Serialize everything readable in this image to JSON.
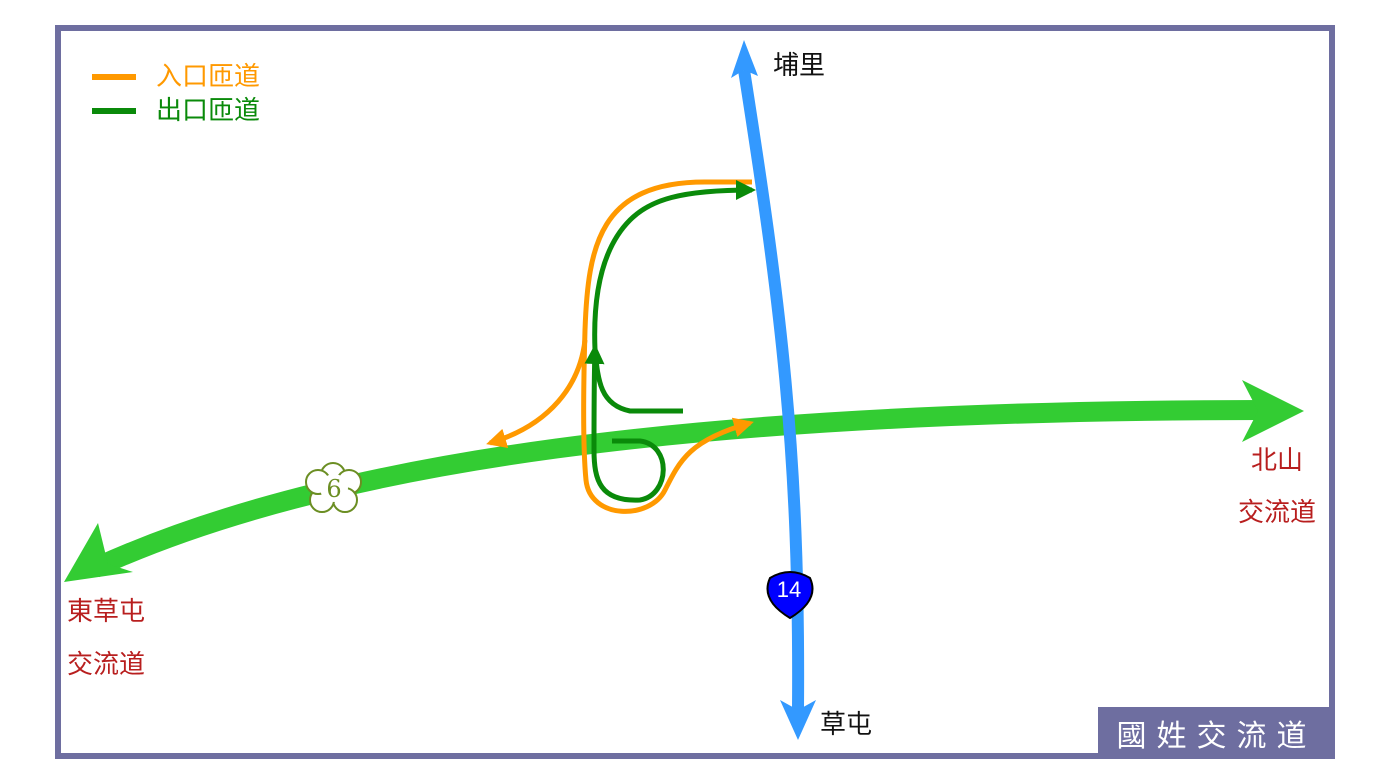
{
  "title": "國姓交流道",
  "legend": {
    "entrance": {
      "label": "入口匝道",
      "color": "#ff9900"
    },
    "exit": {
      "label": "出口匝道",
      "color": "#0a8a0a"
    }
  },
  "highways": {
    "freeway": {
      "number": "6",
      "color": "#33cc33"
    },
    "provincial": {
      "number": "14",
      "color": "#3399ff",
      "shield_color": "#0000ff"
    }
  },
  "destinations": {
    "north": "埔里",
    "south": "草屯",
    "east_line1": "北山",
    "east_line2": "交流道",
    "west_line1": "東草屯",
    "west_line2": "交流道"
  },
  "colors": {
    "frame": "#6e6ea0",
    "destination_text": "#b81e1e"
  }
}
